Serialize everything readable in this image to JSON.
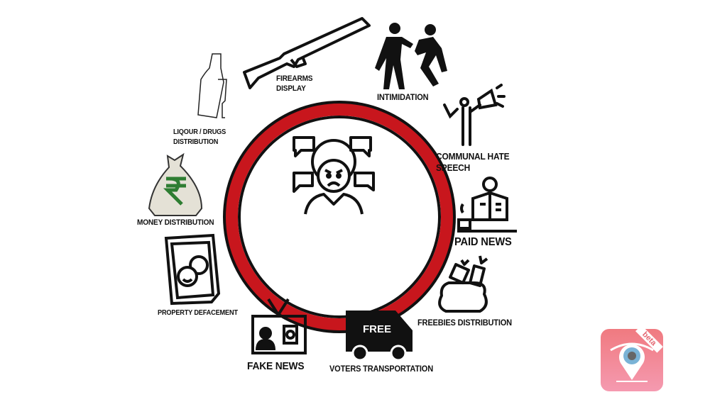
{
  "center": {
    "icon": "angry-person-speech-bubbles-icon",
    "ring_color": "#c8161d"
  },
  "items": [
    {
      "id": "firearms",
      "label_lines": [
        "FIREARMS",
        "DISPLAY"
      ],
      "icon": "rifle-icon"
    },
    {
      "id": "intimidation",
      "label_lines": [
        "INTIMIDATION"
      ],
      "icon": "fighting-people-icon"
    },
    {
      "id": "hate_speech",
      "label_lines": [
        "COMMUNAL HATE",
        "SPEECH"
      ],
      "icon": "megaphone-person-icon"
    },
    {
      "id": "paid_news",
      "label_lines": [
        "PAID NEWS"
      ],
      "icon": "newspaper-reader-icon"
    },
    {
      "id": "freebies",
      "label_lines": [
        "FREEBIES DISTRIBUTION"
      ],
      "icon": "gift-sack-icon"
    },
    {
      "id": "voters_transport",
      "label_lines": [
        "VOTERS TRANSPORTATION"
      ],
      "icon": "truck-icon",
      "truck_text": "FREE"
    },
    {
      "id": "fake_news",
      "label_lines": [
        "FAKE NEWS"
      ],
      "icon": "television-icon"
    },
    {
      "id": "property",
      "label_lines": [
        "PROPERTY DEFACEMENT"
      ],
      "icon": "poster-masks-icon"
    },
    {
      "id": "money",
      "label_lines": [
        "MONEY DISTRIBUTION"
      ],
      "icon": "rupee-bag-icon"
    },
    {
      "id": "liquor",
      "label_lines": [
        "LIQOUR / DRUGS",
        "DISTRIBUTION"
      ],
      "icon": "bottle-glass-icon"
    }
  ],
  "badge": {
    "text": "beta",
    "icon": "eye-location-pin-icon"
  }
}
